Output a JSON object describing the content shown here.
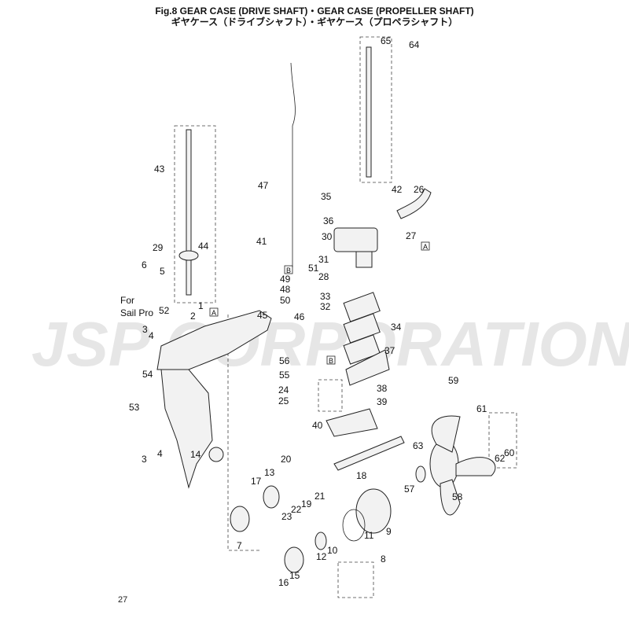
{
  "title": {
    "en": "Fig.8  GEAR CASE (DRIVE SHAFT)・GEAR CASE (PROPELLER SHAFT)",
    "ja": "ギヤケース（ドライブシャフト）・ギヤケース（プロペラシャフト）"
  },
  "watermark": "JSP CORPORATION",
  "note": {
    "line1": "For",
    "line2": "Sail Pro"
  },
  "ref_marks": [
    "A",
    "A",
    "B",
    "B"
  ],
  "callouts": [
    "65",
    "64",
    "43",
    "47",
    "42",
    "26",
    "35",
    "36",
    "27",
    "30",
    "41",
    "29",
    "44",
    "31",
    "51",
    "6",
    "5",
    "49",
    "28",
    "48",
    "1",
    "50",
    "33",
    "32",
    "52",
    "2",
    "45",
    "46",
    "34",
    "3",
    "4",
    "37",
    "56",
    "54",
    "55",
    "24",
    "38",
    "59",
    "53",
    "25",
    "39",
    "61",
    "40",
    "63",
    "62",
    "60",
    "3",
    "4",
    "14",
    "20",
    "13",
    "17",
    "18",
    "21",
    "57",
    "58",
    "22",
    "19",
    "23",
    "9",
    "11",
    "7",
    "12",
    "10",
    "8",
    "16",
    "15"
  ],
  "page_number": "27"
}
